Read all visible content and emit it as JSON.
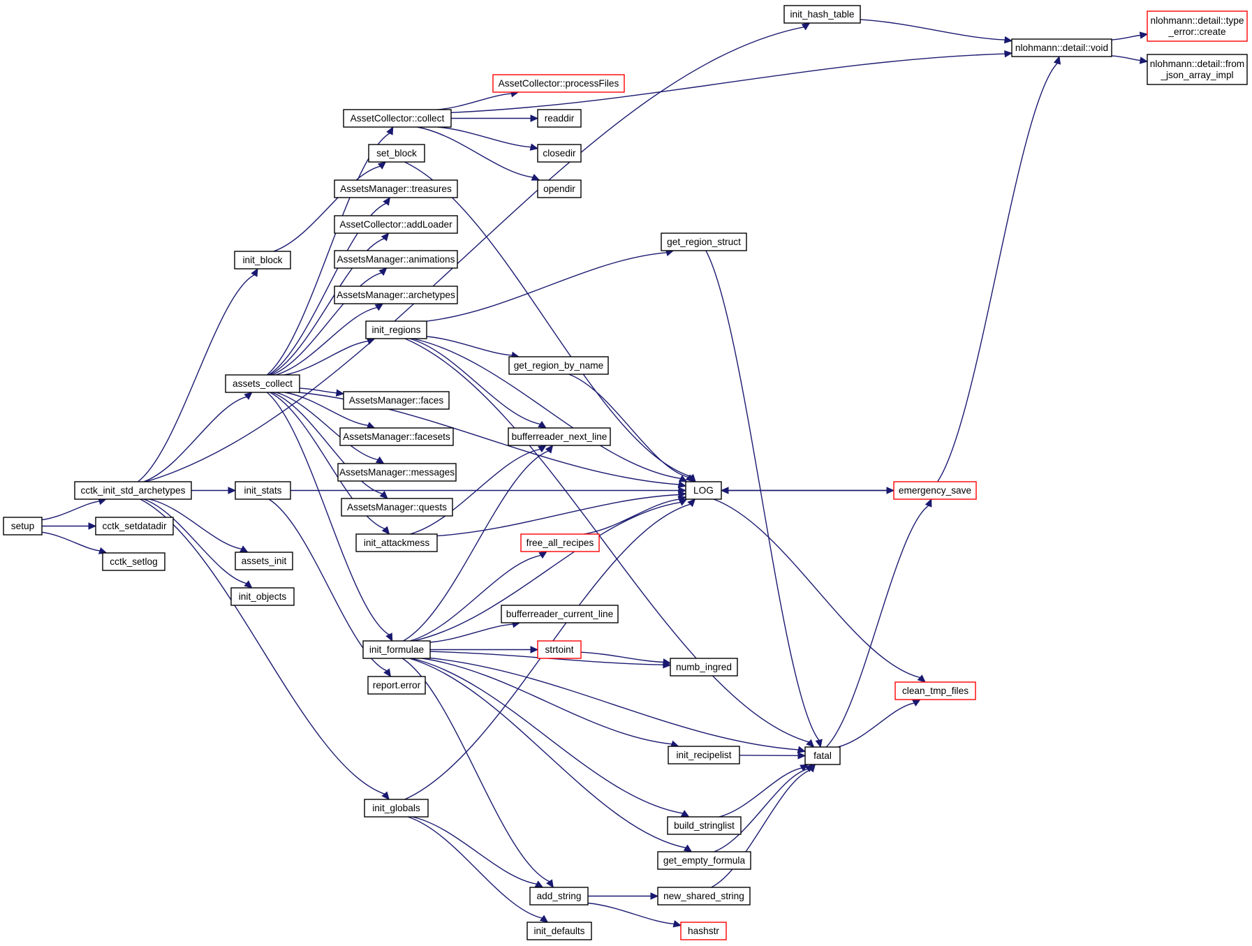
{
  "graph": {
    "title": "",
    "colors": {
      "edge": "#191970",
      "node_border": "#000000",
      "truncated_border": "#ff0000",
      "root_fill": "#bfbfbf",
      "background": "#ffffff"
    },
    "nodes": [
      {
        "id": "setup",
        "lines": [
          "setup"
        ],
        "style": "root"
      },
      {
        "id": "cctk_init_std_archetypes",
        "lines": [
          "cctk_init_std_archetypes"
        ],
        "style": "normal"
      },
      {
        "id": "cctk_setdatadir",
        "lines": [
          "cctk_setdatadir"
        ],
        "style": "normal"
      },
      {
        "id": "cctk_setlog",
        "lines": [
          "cctk_setlog"
        ],
        "style": "normal"
      },
      {
        "id": "init_hash_table",
        "lines": [
          "init_hash_table"
        ],
        "style": "normal"
      },
      {
        "id": "nlohmann_void",
        "lines": [
          "nlohmann::detail::void"
        ],
        "style": "normal"
      },
      {
        "id": "nlohmann_type_error",
        "lines": [
          "nlohmann::detail::type",
          "_error::create"
        ],
        "style": "truncated"
      },
      {
        "id": "nlohmann_from_json",
        "lines": [
          "nlohmann::detail::from",
          "_json_array_impl"
        ],
        "style": "normal"
      },
      {
        "id": "processFiles",
        "lines": [
          "AssetCollector::processFiles"
        ],
        "style": "truncated"
      },
      {
        "id": "collect",
        "lines": [
          "AssetCollector::collect"
        ],
        "style": "normal"
      },
      {
        "id": "readdir",
        "lines": [
          "readdir"
        ],
        "style": "normal"
      },
      {
        "id": "closedir",
        "lines": [
          "closedir"
        ],
        "style": "normal"
      },
      {
        "id": "opendir",
        "lines": [
          "opendir"
        ],
        "style": "normal"
      },
      {
        "id": "set_block",
        "lines": [
          "set_block"
        ],
        "style": "normal"
      },
      {
        "id": "treasures",
        "lines": [
          "AssetsManager::treasures"
        ],
        "style": "normal"
      },
      {
        "id": "addLoader",
        "lines": [
          "AssetCollector::addLoader"
        ],
        "style": "normal"
      },
      {
        "id": "animations",
        "lines": [
          "AssetsManager::animations"
        ],
        "style": "normal"
      },
      {
        "id": "archetypes",
        "lines": [
          "AssetsManager::archetypes"
        ],
        "style": "normal"
      },
      {
        "id": "init_block",
        "lines": [
          "init_block"
        ],
        "style": "normal"
      },
      {
        "id": "init_regions",
        "lines": [
          "init_regions"
        ],
        "style": "normal"
      },
      {
        "id": "get_region_struct",
        "lines": [
          "get_region_struct"
        ],
        "style": "normal"
      },
      {
        "id": "get_region_by_name",
        "lines": [
          "get_region_by_name"
        ],
        "style": "normal"
      },
      {
        "id": "assets_collect",
        "lines": [
          "assets_collect"
        ],
        "style": "normal"
      },
      {
        "id": "faces",
        "lines": [
          "AssetsManager::faces"
        ],
        "style": "normal"
      },
      {
        "id": "facesets",
        "lines": [
          "AssetsManager::facesets"
        ],
        "style": "normal"
      },
      {
        "id": "messages",
        "lines": [
          "AssetsManager::messages"
        ],
        "style": "normal"
      },
      {
        "id": "quests",
        "lines": [
          "AssetsManager::quests"
        ],
        "style": "normal"
      },
      {
        "id": "bufferreader_next_line",
        "lines": [
          "bufferreader_next_line"
        ],
        "style": "normal"
      },
      {
        "id": "init_stats",
        "lines": [
          "init_stats"
        ],
        "style": "normal"
      },
      {
        "id": "LOG",
        "lines": [
          "LOG"
        ],
        "style": "normal"
      },
      {
        "id": "emergency_save",
        "lines": [
          "emergency_save"
        ],
        "style": "truncated"
      },
      {
        "id": "init_attackmess",
        "lines": [
          "init_attackmess"
        ],
        "style": "normal"
      },
      {
        "id": "free_all_recipes",
        "lines": [
          "free_all_recipes"
        ],
        "style": "truncated"
      },
      {
        "id": "assets_init",
        "lines": [
          "assets_init"
        ],
        "style": "normal"
      },
      {
        "id": "init_objects",
        "lines": [
          "init_objects"
        ],
        "style": "normal"
      },
      {
        "id": "bufferreader_current_line",
        "lines": [
          "bufferreader_current_line"
        ],
        "style": "normal"
      },
      {
        "id": "init_formulae",
        "lines": [
          "init_formulae"
        ],
        "style": "normal"
      },
      {
        "id": "strtoint",
        "lines": [
          "strtoint"
        ],
        "style": "truncated"
      },
      {
        "id": "numb_ingred",
        "lines": [
          "numb_ingred"
        ],
        "style": "normal"
      },
      {
        "id": "report_error",
        "lines": [
          "report.error"
        ],
        "style": "normal"
      },
      {
        "id": "clean_tmp_files",
        "lines": [
          "clean_tmp_files"
        ],
        "style": "truncated"
      },
      {
        "id": "init_recipelist",
        "lines": [
          "init_recipelist"
        ],
        "style": "normal"
      },
      {
        "id": "fatal",
        "lines": [
          "fatal"
        ],
        "style": "normal"
      },
      {
        "id": "init_globals",
        "lines": [
          "init_globals"
        ],
        "style": "normal"
      },
      {
        "id": "build_stringlist",
        "lines": [
          "build_stringlist"
        ],
        "style": "normal"
      },
      {
        "id": "get_empty_formula",
        "lines": [
          "get_empty_formula"
        ],
        "style": "normal"
      },
      {
        "id": "add_string",
        "lines": [
          "add_string"
        ],
        "style": "normal"
      },
      {
        "id": "new_shared_string",
        "lines": [
          "new_shared_string"
        ],
        "style": "normal"
      },
      {
        "id": "init_defaults",
        "lines": [
          "init_defaults"
        ],
        "style": "normal"
      },
      {
        "id": "hashstr",
        "lines": [
          "hashstr"
        ],
        "style": "truncated"
      }
    ],
    "edges": [
      {
        "from": "setup",
        "to": "cctk_init_std_archetypes"
      },
      {
        "from": "setup",
        "to": "cctk_setdatadir"
      },
      {
        "from": "setup",
        "to": "cctk_setlog"
      },
      {
        "from": "cctk_init_std_archetypes",
        "to": "init_hash_table"
      },
      {
        "from": "cctk_init_std_archetypes",
        "to": "init_block"
      },
      {
        "from": "cctk_init_std_archetypes",
        "to": "assets_collect"
      },
      {
        "from": "cctk_init_std_archetypes",
        "to": "init_stats"
      },
      {
        "from": "cctk_init_std_archetypes",
        "to": "assets_init"
      },
      {
        "from": "cctk_init_std_archetypes",
        "to": "init_objects"
      },
      {
        "from": "cctk_init_std_archetypes",
        "to": "init_globals"
      },
      {
        "from": "init_hash_table",
        "to": "nlohmann_void"
      },
      {
        "from": "nlohmann_void",
        "to": "nlohmann_type_error"
      },
      {
        "from": "nlohmann_void",
        "to": "nlohmann_from_json"
      },
      {
        "from": "init_block",
        "to": "set_block"
      },
      {
        "from": "set_block",
        "to": "LOG"
      },
      {
        "from": "assets_collect",
        "to": "collect"
      },
      {
        "from": "assets_collect",
        "to": "treasures"
      },
      {
        "from": "assets_collect",
        "to": "addLoader"
      },
      {
        "from": "assets_collect",
        "to": "animations"
      },
      {
        "from": "assets_collect",
        "to": "archetypes"
      },
      {
        "from": "assets_collect",
        "to": "init_regions"
      },
      {
        "from": "assets_collect",
        "to": "faces"
      },
      {
        "from": "assets_collect",
        "to": "facesets"
      },
      {
        "from": "assets_collect",
        "to": "messages"
      },
      {
        "from": "assets_collect",
        "to": "quests"
      },
      {
        "from": "assets_collect",
        "to": "init_attackmess"
      },
      {
        "from": "assets_collect",
        "to": "init_formulae"
      },
      {
        "from": "assets_collect",
        "to": "LOG"
      },
      {
        "from": "collect",
        "to": "nlohmann_void"
      },
      {
        "from": "collect",
        "to": "processFiles"
      },
      {
        "from": "collect",
        "to": "readdir"
      },
      {
        "from": "collect",
        "to": "closedir"
      },
      {
        "from": "collect",
        "to": "opendir"
      },
      {
        "from": "init_regions",
        "to": "get_region_struct"
      },
      {
        "from": "init_regions",
        "to": "LOG"
      },
      {
        "from": "init_regions",
        "to": "get_region_by_name"
      },
      {
        "from": "init_regions",
        "to": "bufferreader_next_line"
      },
      {
        "from": "init_regions",
        "to": "fatal"
      },
      {
        "from": "get_region_struct",
        "to": "fatal"
      },
      {
        "from": "get_region_by_name",
        "to": "LOG"
      },
      {
        "from": "init_attackmess",
        "to": "bufferreader_next_line"
      },
      {
        "from": "init_attackmess",
        "to": "LOG"
      },
      {
        "from": "init_stats",
        "to": "report_error"
      },
      {
        "from": "init_stats",
        "to": "LOG"
      },
      {
        "from": "LOG",
        "to": "emergency_save"
      },
      {
        "from": "LOG",
        "to": "clean_tmp_files"
      },
      {
        "from": "emergency_save",
        "to": "LOG"
      },
      {
        "from": "emergency_save",
        "to": "nlohmann_void"
      },
      {
        "from": "fatal",
        "to": "emergency_save"
      },
      {
        "from": "fatal",
        "to": "clean_tmp_files"
      },
      {
        "from": "free_all_recipes",
        "to": "LOG"
      },
      {
        "from": "init_formulae",
        "to": "bufferreader_next_line"
      },
      {
        "from": "init_formulae",
        "to": "free_all_recipes"
      },
      {
        "from": "init_formulae",
        "to": "LOG"
      },
      {
        "from": "init_formulae",
        "to": "bufferreader_current_line"
      },
      {
        "from": "init_formulae",
        "to": "strtoint"
      },
      {
        "from": "init_formulae",
        "to": "numb_ingred"
      },
      {
        "from": "init_formulae",
        "to": "init_recipelist"
      },
      {
        "from": "init_formulae",
        "to": "fatal"
      },
      {
        "from": "init_formulae",
        "to": "build_stringlist"
      },
      {
        "from": "init_formulae",
        "to": "get_empty_formula"
      },
      {
        "from": "init_formulae",
        "to": "add_string"
      },
      {
        "from": "strtoint",
        "to": "numb_ingred"
      },
      {
        "from": "init_recipelist",
        "to": "fatal"
      },
      {
        "from": "build_stringlist",
        "to": "fatal"
      },
      {
        "from": "get_empty_formula",
        "to": "fatal"
      },
      {
        "from": "new_shared_string",
        "to": "fatal"
      },
      {
        "from": "add_string",
        "to": "new_shared_string"
      },
      {
        "from": "add_string",
        "to": "hashstr"
      },
      {
        "from": "init_globals",
        "to": "LOG"
      },
      {
        "from": "init_globals",
        "to": "add_string"
      },
      {
        "from": "init_globals",
        "to": "init_defaults"
      }
    ]
  }
}
